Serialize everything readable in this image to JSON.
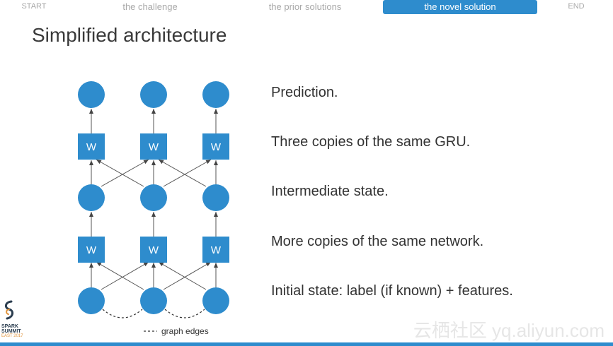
{
  "nav": {
    "items": [
      {
        "label": "START",
        "active": false
      },
      {
        "label": "the challenge",
        "active": false
      },
      {
        "label": "the prior solutions",
        "active": false
      },
      {
        "label": "the novel solution",
        "active": true
      },
      {
        "label": "END",
        "active": false
      }
    ]
  },
  "slide": {
    "title": "Simplified architecture"
  },
  "diagram": {
    "node_color": "#2e8ccd",
    "weight_label": "W",
    "legend_label": "graph edges",
    "columns": 3
  },
  "descriptions": [
    "Prediction.",
    "Three copies of the same GRU.",
    "Intermediate state.",
    "More copies of the same network.",
    "Initial state: label (if known) + features."
  ],
  "logo": {
    "line1": "SPARK",
    "line2": "SUMMIT",
    "line3": "EAST 2017"
  },
  "watermark": "云栖社区 yq.aliyun.com"
}
